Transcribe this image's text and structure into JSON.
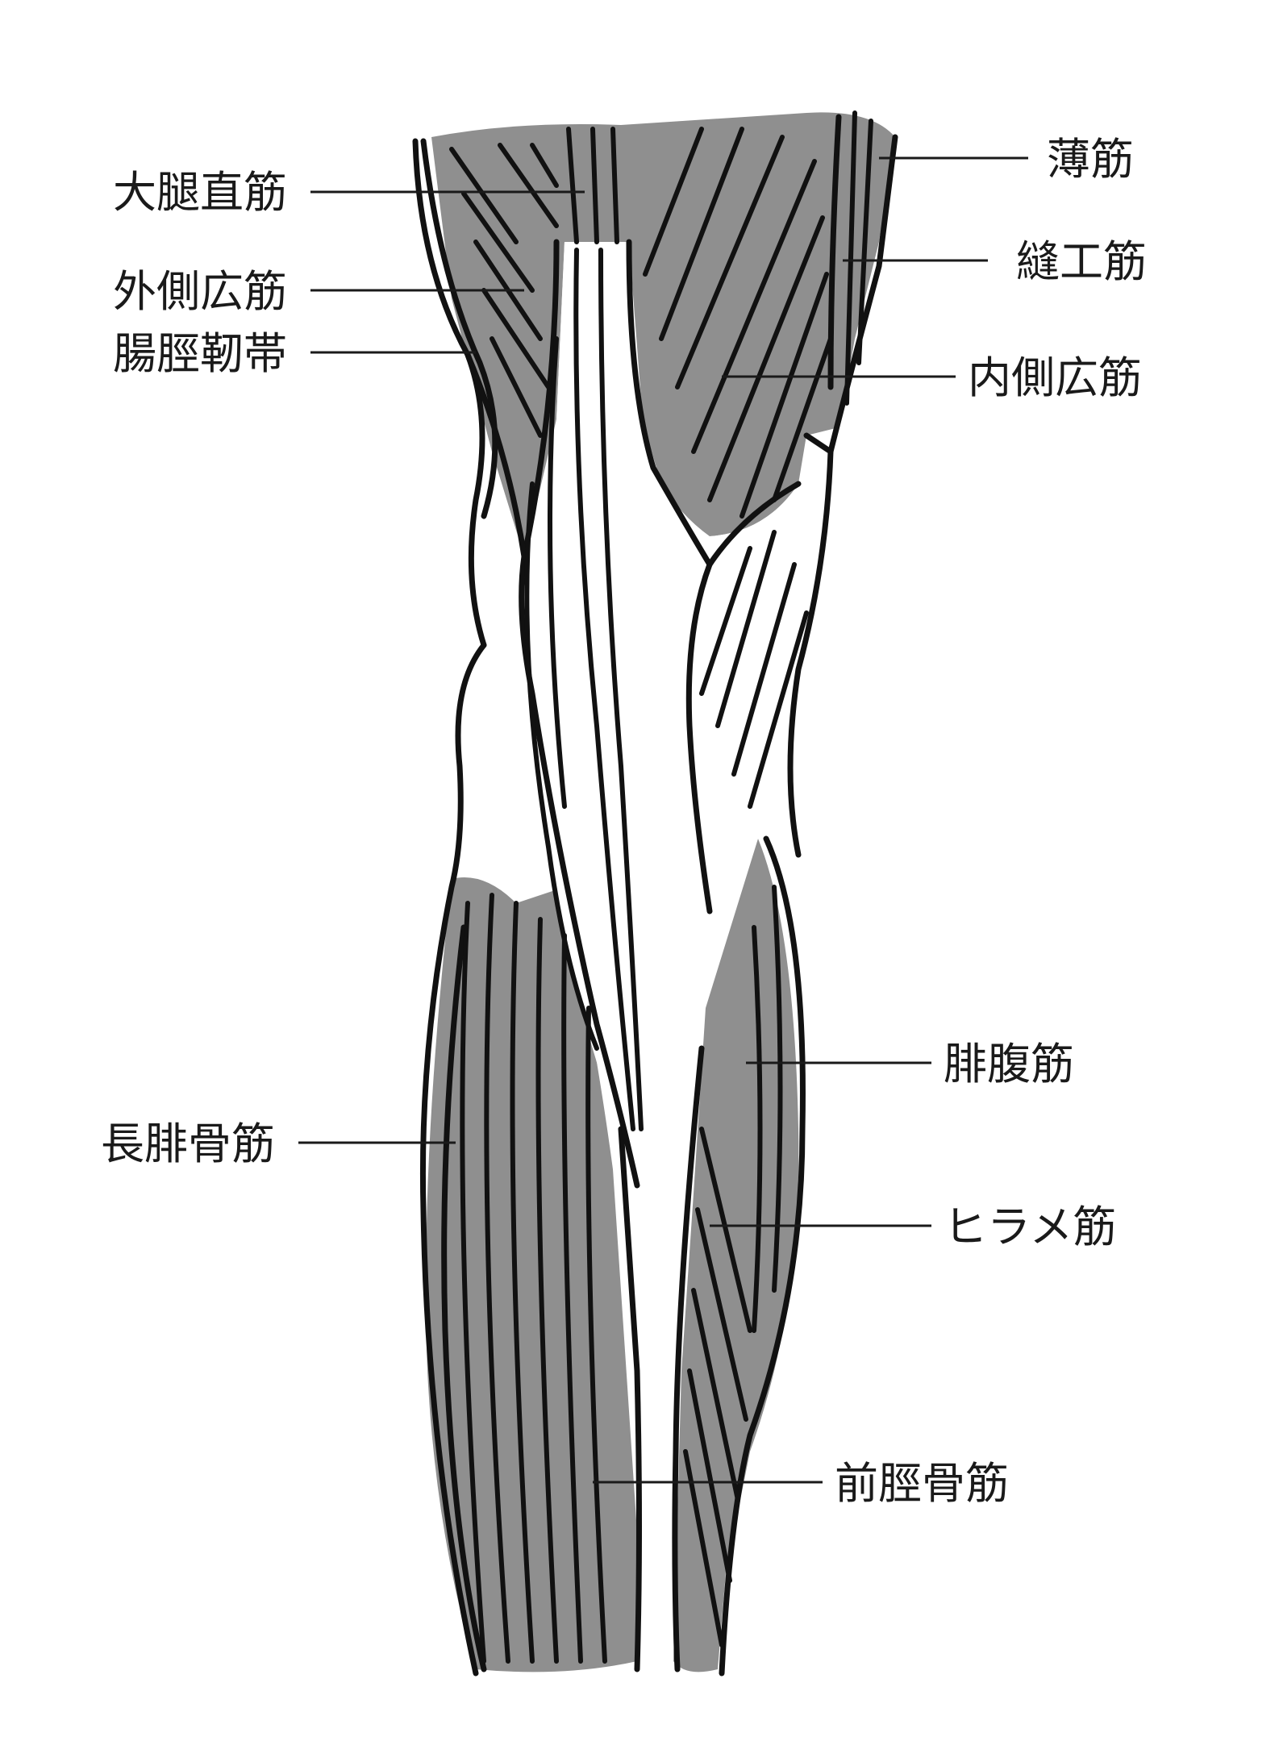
{
  "labels": [
    {
      "id": "rectus-femoris",
      "text": "大腿直筋",
      "side": "left"
    },
    {
      "id": "vastus-lateralis",
      "text": "外側広筋",
      "side": "left"
    },
    {
      "id": "iliotibial-tract",
      "text": "腸脛靭帯",
      "side": "left"
    },
    {
      "id": "fibularis-longus",
      "text": "長腓骨筋",
      "side": "left"
    },
    {
      "id": "gracilis",
      "text": "薄筋",
      "side": "right"
    },
    {
      "id": "sartorius",
      "text": "縫工筋",
      "side": "right"
    },
    {
      "id": "vastus-medialis",
      "text": "内側広筋",
      "side": "right"
    },
    {
      "id": "gastrocnemius",
      "text": "腓腹筋",
      "side": "right"
    },
    {
      "id": "soleus",
      "text": "ヒラメ筋",
      "side": "right"
    },
    {
      "id": "tibialis-anterior",
      "text": "前脛骨筋",
      "side": "right"
    }
  ],
  "colors": {
    "muscle_fill": "#8f8f8f",
    "outline": "#111111",
    "background": "#ffffff"
  }
}
